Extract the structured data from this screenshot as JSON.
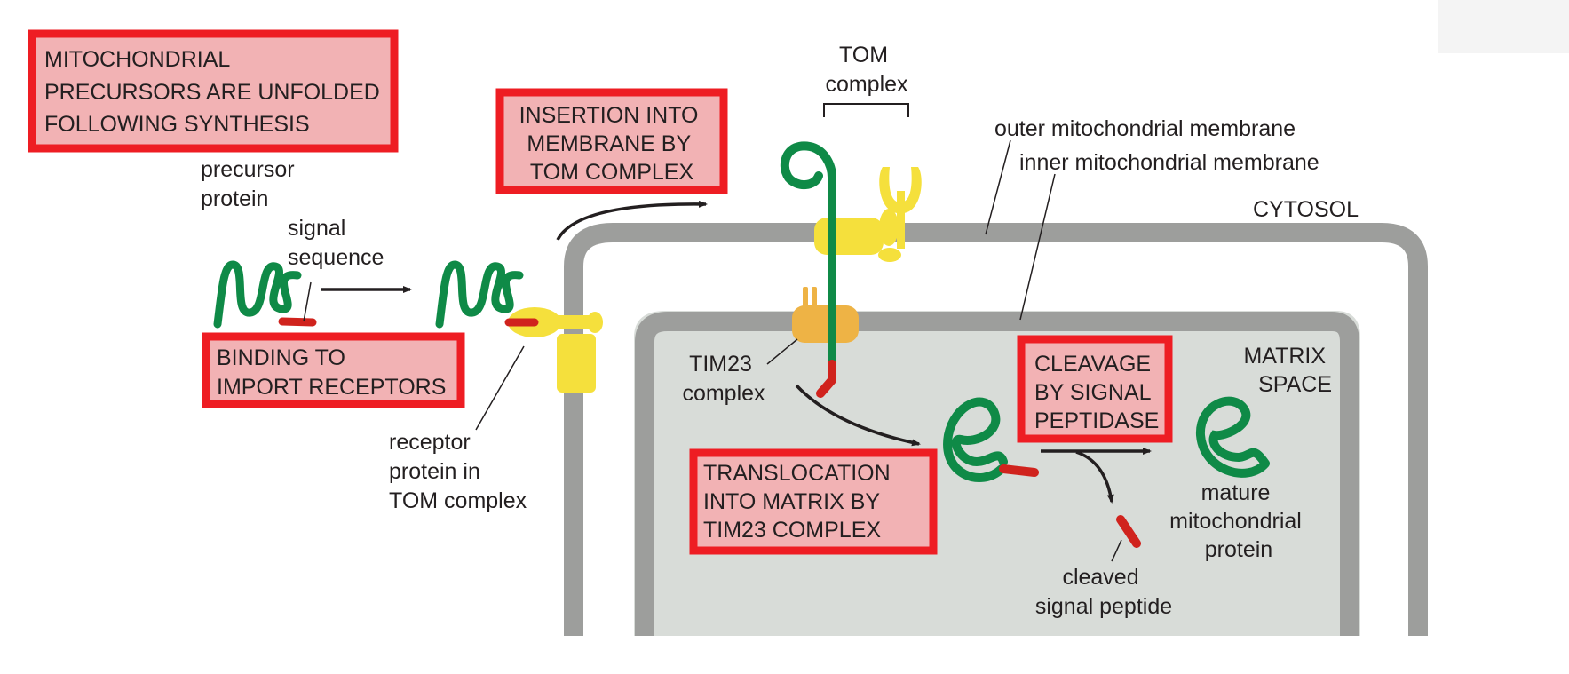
{
  "colors": {
    "membrane": "#9d9e9c",
    "matrix": "#d8dcd8",
    "protein_chain": "#0f8a47",
    "signal_sequence": "#d0231d",
    "tom_complex": "#f5e03c",
    "tim23_complex": "#eeb345",
    "highlight_border": "#ee1d23",
    "highlight_fill": "#f2b2b4",
    "arrow": "#231f20"
  },
  "callouts": {
    "unfolded": [
      "MITOCHONDRIAL",
      "PRECURSORS ARE UNFOLDED",
      "FOLLOWING SYNTHESIS"
    ],
    "binding": [
      "BINDING TO",
      "IMPORT RECEPTORS"
    ],
    "insertion": [
      "INSERTION INTO",
      "MEMBRANE BY",
      "TOM COMPLEX"
    ],
    "translocation": [
      "TRANSLOCATION",
      "INTO MATRIX BY",
      "TIM23 COMPLEX"
    ],
    "cleavage": [
      "CLEAVAGE",
      "BY SIGNAL",
      "PEPTIDASE"
    ]
  },
  "labels": {
    "precursor_protein": [
      "precursor",
      "protein"
    ],
    "signal_sequence": [
      "signal",
      "sequence"
    ],
    "receptor_protein": [
      "receptor",
      "protein in",
      "TOM complex"
    ],
    "tom_complex": [
      "TOM",
      "complex"
    ],
    "outer_membrane": "outer mitochondrial membrane",
    "inner_membrane": "inner mitochondrial membrane",
    "cytosol": "CYTOSOL",
    "matrix_space": [
      "MATRIX",
      "SPACE"
    ],
    "tim23_complex": [
      "TIM23",
      "complex"
    ],
    "mature_protein": [
      "mature",
      "mitochondrial",
      "protein"
    ],
    "cleaved_peptide": [
      "cleaved",
      "signal peptide"
    ]
  }
}
